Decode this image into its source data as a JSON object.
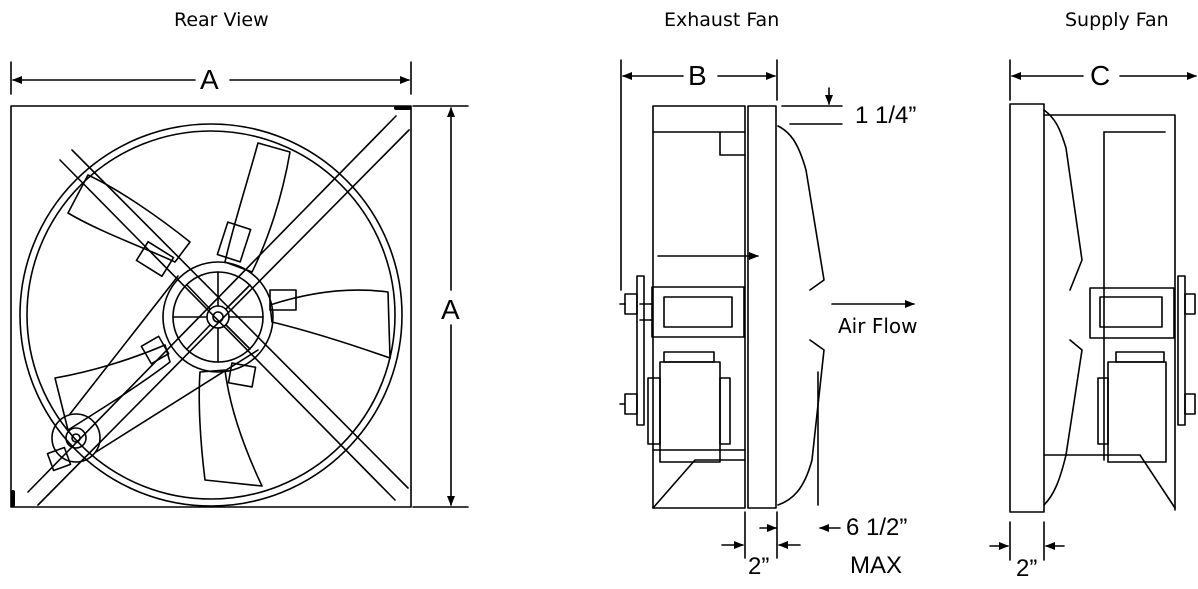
{
  "titles": {
    "rear": "Rear View",
    "exhaust": "Exhaust Fan",
    "supply": "Supply Fan"
  },
  "dims": {
    "a_width": "A",
    "a_height": "A",
    "b": "B",
    "c": "C",
    "gap_top": "1 1/4”",
    "max_depth": "6 1/2”",
    "max_word": "MAX",
    "two_exhaust": "2”",
    "two_supply": "2”"
  },
  "labels": {
    "air_flow": "Air Flow"
  }
}
